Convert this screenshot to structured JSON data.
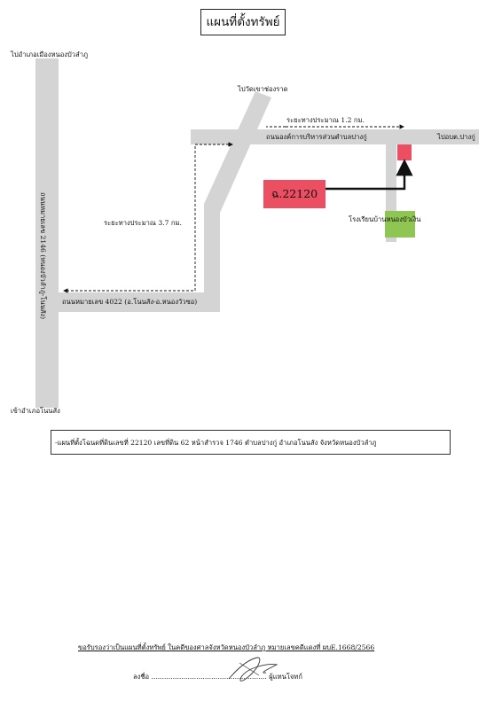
{
  "title": "แผนที่ตั้งทรัพย์",
  "labels": {
    "to_amphoe_mueang": "ไปอำเภอเมืองหนองบัวลำภู",
    "to_wat_khao": "ไปวัดเขาช่องราด",
    "distance_1_2": "ระยะทางประมาณ 1.2 กม.",
    "local_road": "ถนนองค์การบริหารส่วนตำบลปางกู่",
    "to_pang_ku": "ไปอบต.ปางกู่",
    "highway_2146": "ถนนหมายเลข 2146 (หนองบัวลำภู-โนนสัง)",
    "distance_3_7": "ระยะทางประมาณ 3.7 กม.",
    "road_4022": "ถนนหมายเลข 4022 (อ.โนนสัง-อ.หนองวัวซอ)",
    "to_amphoe_non_sang": "เข้าอำเภอโนนสัง",
    "school": "โรงเรียนบ้านหนองบัวเงิน",
    "plot_number": "ฉ.22120"
  },
  "description": "-แผนที่ตั้งโฉนดที่ดินเลขที่ 22120 เลขที่ดิน 62 หน้าสำรวจ 1746 ตำบลปางกู่ อำเภอโนนสัง จังหวัดหนองบัวลำภู",
  "certification": "ขอรับรองว่าเป็นแผนที่ตั้งทรัพย์ ในคดีของศาลจังหวัดหนองบัวลำภู หมายเลขคดีแดงที่ ผบE.1668/2566",
  "signature": {
    "prefix": "ลงชื่อ",
    "dots": "......................................................",
    "role": "ผู้แทนโจทก์"
  },
  "colors": {
    "road": "#d4d4d4",
    "plot_marker": "#ec4f61",
    "school": "#8fc552",
    "arrow": "#111111"
  }
}
